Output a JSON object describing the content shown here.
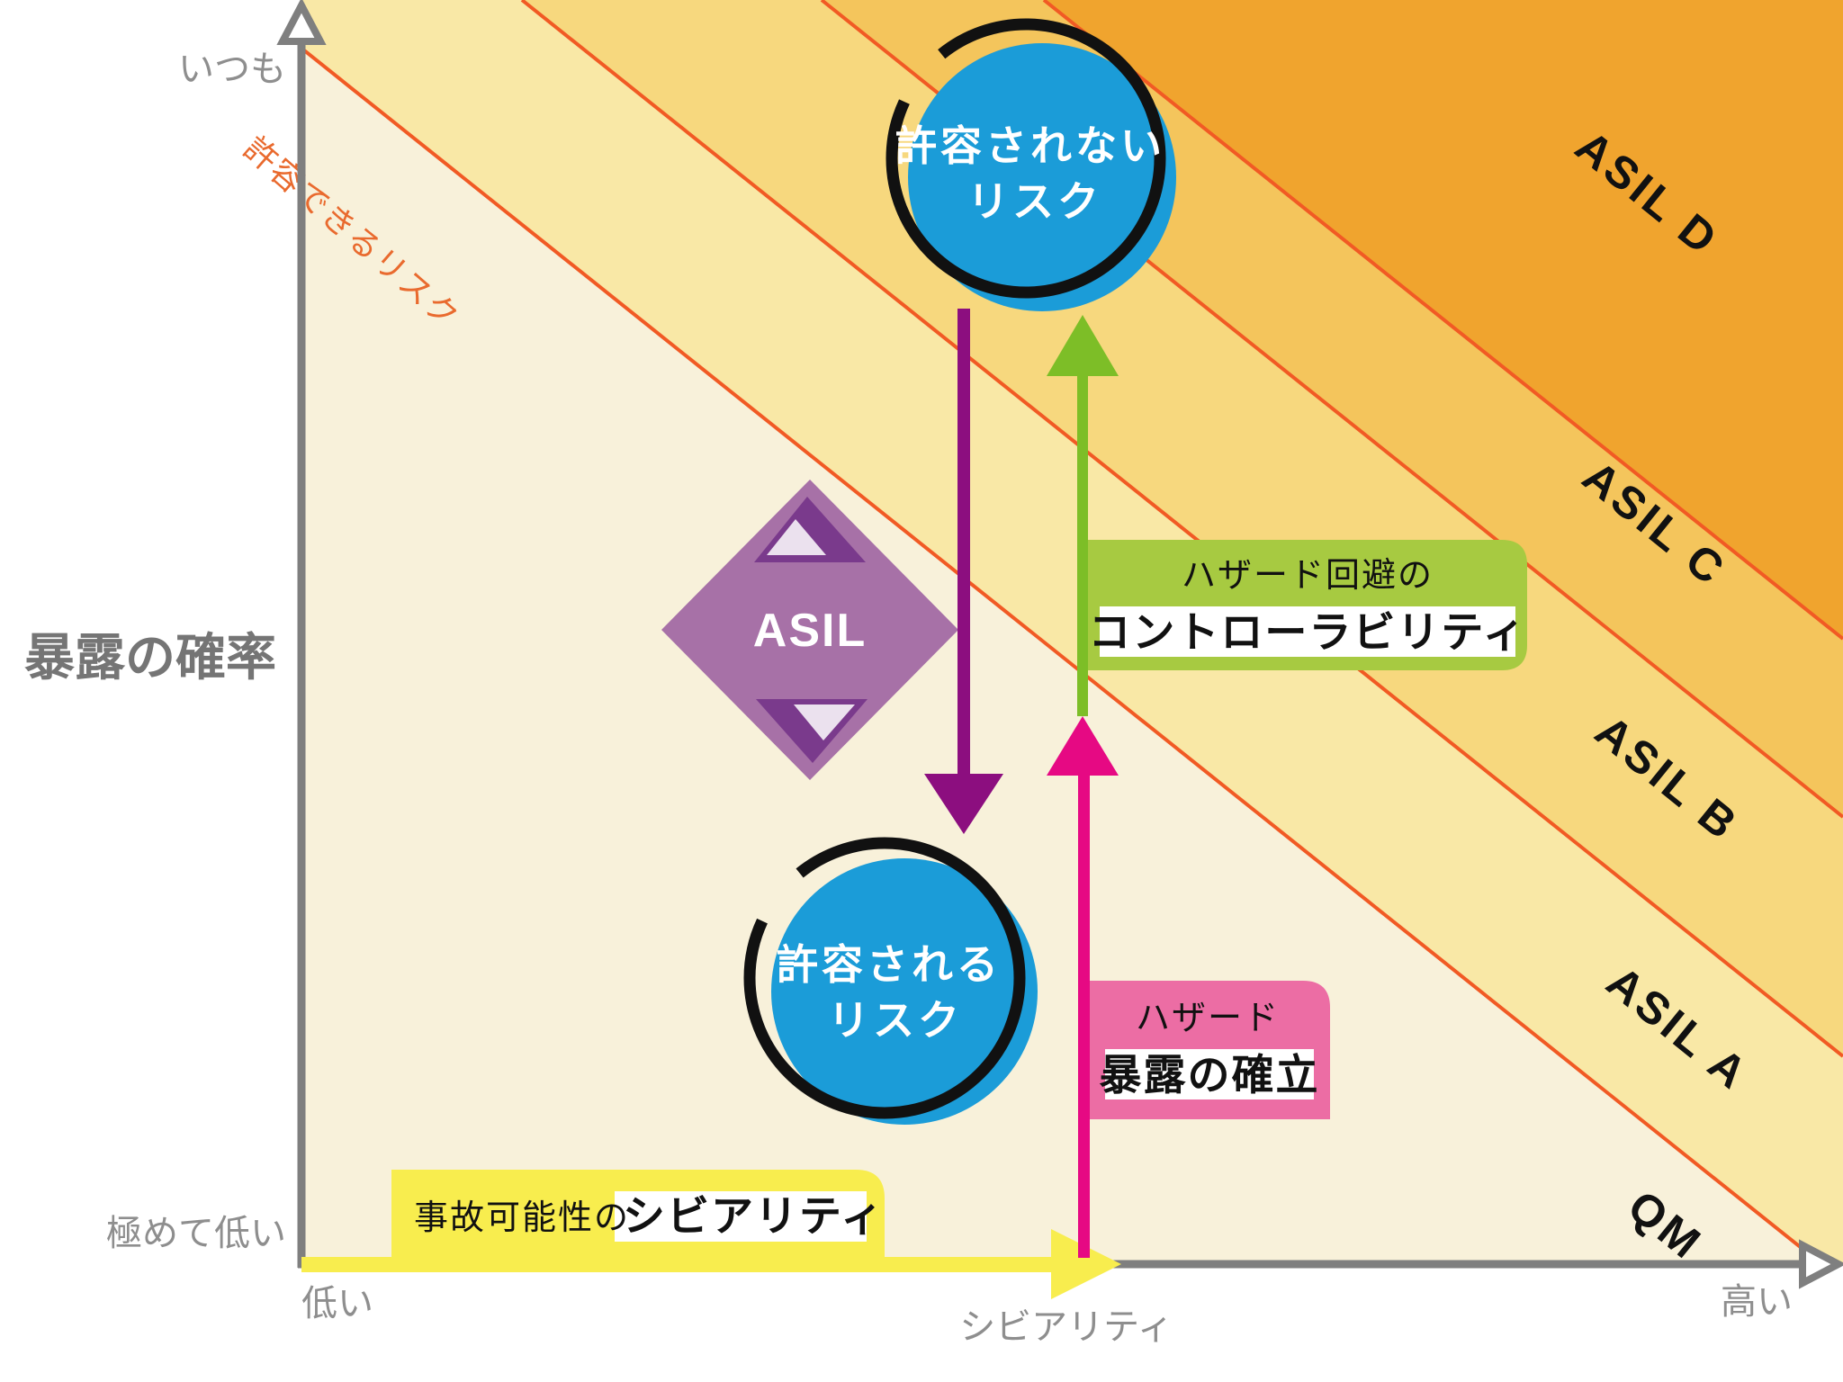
{
  "axes": {
    "y_title": "暴露の確率",
    "y_top_tick": "いつも",
    "y_bottom_tick": "極めて低い",
    "x_left_tick": "低い",
    "x_right_tick": "高い",
    "x_title": "シビアリティ"
  },
  "bands": {
    "d": "ASIL D",
    "c": "ASIL C",
    "b": "ASIL B",
    "a": "ASIL A",
    "qm": "QM"
  },
  "tolerable_risk_line": "許容できるリスク",
  "top_circle": {
    "line1": "許容されない",
    "line2": "リスク"
  },
  "bottom_circle": {
    "line1": "許容される",
    "line2": "リスク"
  },
  "diamond": {
    "label": "ASIL"
  },
  "controllability_box": {
    "line1": "ハザード回避の",
    "line2": "コントローラビリティ"
  },
  "exposure_box": {
    "line1": "ハザード",
    "line2": "暴露の確立"
  },
  "severity_box": {
    "normal": "事故可能性の",
    "bold": "シビアリティ"
  },
  "colors": {
    "band_qm": "#f8f1da",
    "band_a": "#f9e8a6",
    "band_b": "#f7d87e",
    "band_c": "#f4c55c",
    "band_d": "#f0a42e",
    "boundary_line": "#f15a24",
    "axis_gray": "#7f7f7f",
    "circle_blue": "#1b9cd8",
    "diamond_purple": "#a771a7",
    "diamond_dark": "#7a3a8c",
    "arrow_purple": "#8c0e7f",
    "arrow_green": "#7dbe27",
    "arrow_pink": "#e60983",
    "arrow_yellow": "#f8ed4e",
    "box_green": "#a7ca41",
    "box_pink": "#ec6da4",
    "box_yellow": "#f8ed4e"
  }
}
